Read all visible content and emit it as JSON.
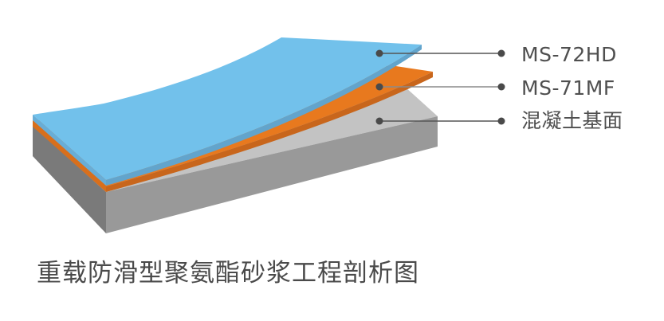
{
  "title": "重载防滑型聚氨酯砂浆工程剖析图",
  "layers": [
    {
      "label": "MS-72HD",
      "role": "top-coat",
      "color": "#72C1EB",
      "edge_color": "#62A4CC"
    },
    {
      "label": "MS-71MF",
      "role": "mid-coat",
      "color": "#E8791E",
      "edge_color": "#C8661C"
    },
    {
      "label": "混凝土基面",
      "role": "concrete-substrate",
      "color": "#C3C3C3",
      "front_color": "#999999",
      "side_color": "#7A7A7A"
    }
  ],
  "callout": {
    "line_color": "#555555",
    "dot_color": "#4a4a4a"
  }
}
